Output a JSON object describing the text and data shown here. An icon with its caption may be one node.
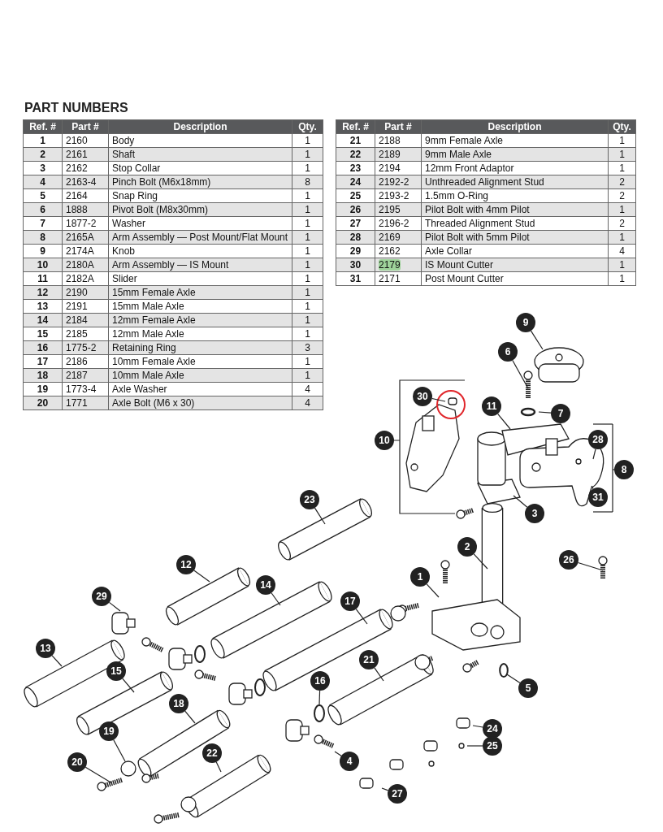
{
  "diagram": {
    "title": "PART NUMBERS",
    "nodes": [
      {
        "text": [
          "9"
        ]
      },
      {
        "text": [
          "6"
        ]
      },
      {
        "text": [
          "30"
        ]
      },
      {
        "text": [
          "11"
        ]
      },
      {
        "text": [
          "7"
        ]
      },
      {
        "text": [
          "10"
        ]
      },
      {
        "text": [
          "28"
        ]
      },
      {
        "text": [
          "8"
        ]
      },
      {
        "text": [
          "31"
        ]
      },
      {
        "text": [
          "23"
        ]
      },
      {
        "text": [
          "3"
        ]
      },
      {
        "text": [
          "2"
        ]
      },
      {
        "text": [
          "26"
        ]
      },
      {
        "text": [
          "12"
        ]
      },
      {
        "text": [
          "1"
        ]
      },
      {
        "text": [
          "14"
        ]
      },
      {
        "text": [
          "29"
        ]
      },
      {
        "text": [
          "17"
        ]
      },
      {
        "text": [
          "13"
        ]
      },
      {
        "text": [
          "21"
        ]
      },
      {
        "text": [
          "15"
        ]
      },
      {
        "text": [
          "5"
        ]
      },
      {
        "text": [
          "16"
        ]
      },
      {
        "text": [
          "18"
        ]
      },
      {
        "text": [
          "24"
        ]
      },
      {
        "text": [
          "19"
        ]
      },
      {
        "text": [
          "25"
        ]
      },
      {
        "text": [
          "22"
        ]
      },
      {
        "text": [
          "4"
        ]
      },
      {
        "text": [
          "20"
        ]
      },
      {
        "text": [
          "27"
        ]
      },
      {
        "text": [],
        "shape": "circle"
      },
      {
        "text": [],
        "shape": "circle"
      },
      {
        "text": [],
        "shape": "circle"
      }
    ],
    "edges": [
      {
        "from": 0,
        "to": null,
        "arrow": "none"
      },
      {
        "from": 1,
        "to": null,
        "arrow": "none"
      },
      {
        "from": 2,
        "to": null,
        "arrow": "none"
      },
      {
        "from": 3,
        "to": null,
        "arrow": "none"
      },
      {
        "from": 4,
        "to": null,
        "arrow": "none"
      },
      {
        "from": 6,
        "to": null,
        "arrow": "none"
      },
      {
        "from": 8,
        "to": null,
        "arrow": "none"
      },
      {
        "from": 9,
        "to": null,
        "arrow": "none"
      },
      {
        "from": 10,
        "to": null,
        "arrow": "none"
      },
      {
        "from": 11,
        "to": null,
        "arrow": "none"
      },
      {
        "from": 12,
        "to": null,
        "arrow": "none"
      },
      {
        "from": 13,
        "to": null,
        "arrow": "none"
      },
      {
        "from": 14,
        "to": null,
        "arrow": "none"
      },
      {
        "from": 15,
        "to": null,
        "arrow": "none"
      },
      {
        "from": 16,
        "to": null,
        "arrow": "none"
      },
      {
        "from": 17,
        "to": null,
        "arrow": "none"
      },
      {
        "from": 18,
        "to": null,
        "arrow": "none"
      },
      {
        "from": 19,
        "to": null,
        "arrow": "none"
      },
      {
        "from": 20,
        "to": null,
        "arrow": "none"
      },
      {
        "from": 21,
        "to": 31,
        "arrow": "none"
      },
      {
        "from": 22,
        "to": 32,
        "arrow": "none"
      },
      {
        "from": 23,
        "to": null,
        "arrow": "none"
      },
      {
        "from": 24,
        "to": null,
        "arrow": "none"
      },
      {
        "from": 25,
        "to": 33,
        "arrow": "none"
      },
      {
        "from": 26,
        "to": null,
        "arrow": "none"
      },
      {
        "from": 27,
        "to": null,
        "arrow": "none"
      },
      {
        "from": 28,
        "to": null,
        "arrow": "none"
      },
      {
        "from": 29,
        "to": null,
        "arrow": "none"
      },
      {
        "from": 30,
        "to": null,
        "arrow": "none"
      }
    ],
    "labels": [
      "Ref. #",
      "Part #",
      "Description",
      "Qty.",
      "1",
      "2160",
      "Body",
      "1",
      "2",
      "2161",
      "Shaft",
      "1",
      "3",
      "2162",
      "Stop Collar",
      "1",
      "4",
      "2163-4",
      "Pinch Bolt (M6x18mm)",
      "8",
      "5",
      "2164",
      "Snap Ring",
      "1",
      "6",
      "1888",
      "Pivot Bolt (M8x30mm)",
      "1",
      "7",
      "1877-2",
      "Washer",
      "1",
      "8",
      "2165A",
      "Arm Assembly — Post Mount/Flat Mount",
      "1",
      "9",
      "2174A",
      "Knob",
      "1",
      "10",
      "2180A",
      "Arm Assembly — IS Mount",
      "1",
      "11",
      "2182A",
      "Slider",
      "1",
      "12",
      "2190",
      "15mm Female Axle",
      "1",
      "13",
      "2191",
      "15mm Male Axle",
      "1",
      "14",
      "2184",
      "12mm Female Axle",
      "1",
      "15",
      "2185",
      "12mm Male Axle",
      "1",
      "16",
      "1775-2",
      "Retaining Ring",
      "3",
      "17",
      "2186",
      "10mm Female Axle",
      "1",
      "18",
      "2187",
      "10mm Male Axle",
      "1",
      "19",
      "1773-4",
      "Axle Washer",
      "4",
      "20",
      "1771",
      "Axle Bolt (M6 x 30)",
      "4",
      "Ref. #",
      "Part #",
      "Description",
      "Qty.",
      "21",
      "2188",
      "9mm Female Axle",
      "1",
      "22",
      "2189",
      "9mm Male Axle",
      "1",
      "23",
      "2194",
      "12mm Front Adaptor",
      "1",
      "24",
      "2192-2",
      "Unthreaded Alignment Stud",
      "2",
      "25",
      "2193-2",
      "1.5mm O-Ring",
      "2",
      "26",
      "2195",
      "Pilot Bolt with 4mm Pilot",
      "1",
      "27",
      "2196-2",
      "Threaded Alignment Stud",
      "2",
      "28",
      "2169",
      "Pilot Bolt with 5mm Pilot",
      "1",
      "29",
      "2162",
      "Axle Collar",
      "4",
      "30",
      "2179",
      "IS Mount Cutter",
      "1",
      "31",
      "2171",
      "Post Mount Cutter",
      "1"
    ]
  }
}
